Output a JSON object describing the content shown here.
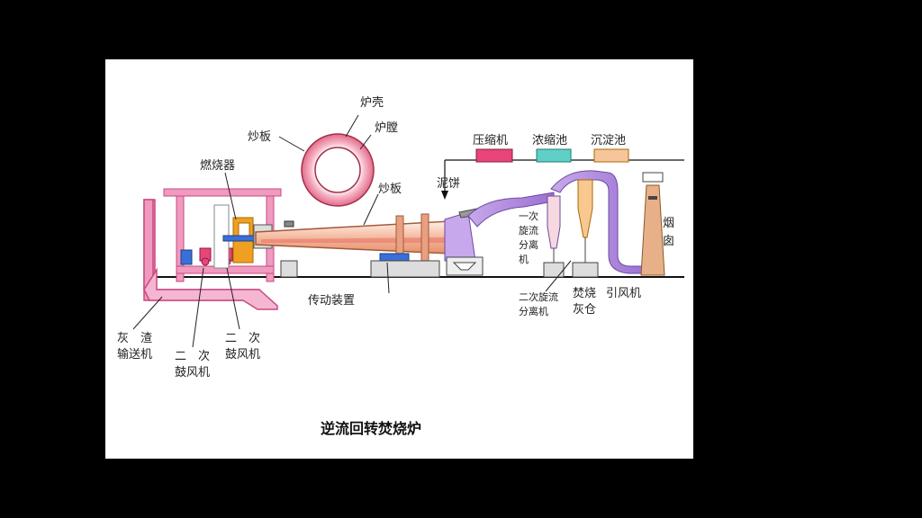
{
  "title": "逆流回转焚烧炉",
  "labels": {
    "furnace_shell": "炉壳",
    "furnace_chamber": "炉膛",
    "stir_plate_top": "炒板",
    "stir_plate_kiln": "炒板",
    "burner": "燃烧器",
    "compressor": "压缩机",
    "thickener": "浓缩池",
    "settling_tank": "沉淀池",
    "mud_cake": "泥饼",
    "primary_cyclone": [
      "一次",
      "旋流",
      "分离",
      "机"
    ],
    "secondary_cyclone": [
      "二次旋流",
      "分离机"
    ],
    "ash_bin": [
      "焚烧",
      "灰仓"
    ],
    "induced_fan": "引风机",
    "chimney": [
      "烟",
      "囱"
    ],
    "transmission": "传动装置",
    "ash_conveyor": [
      "灰　渣",
      "输送机"
    ],
    "secondary_blower_a": [
      "二　次",
      "鼓风机"
    ],
    "secondary_blower_b": [
      "二　次",
      "鼓风机"
    ]
  },
  "colors": {
    "frame": "#e46aa0",
    "kiln": "#f4b99e",
    "kiln_hot": "#e8706a",
    "duct": "#b68ee0",
    "compressor": "#e8457a",
    "thickener": "#5fd0c8",
    "settling": "#f6c69a",
    "chimney": "#e8b088",
    "burner": "#f0a020",
    "blue": "#3a6fd8"
  }
}
